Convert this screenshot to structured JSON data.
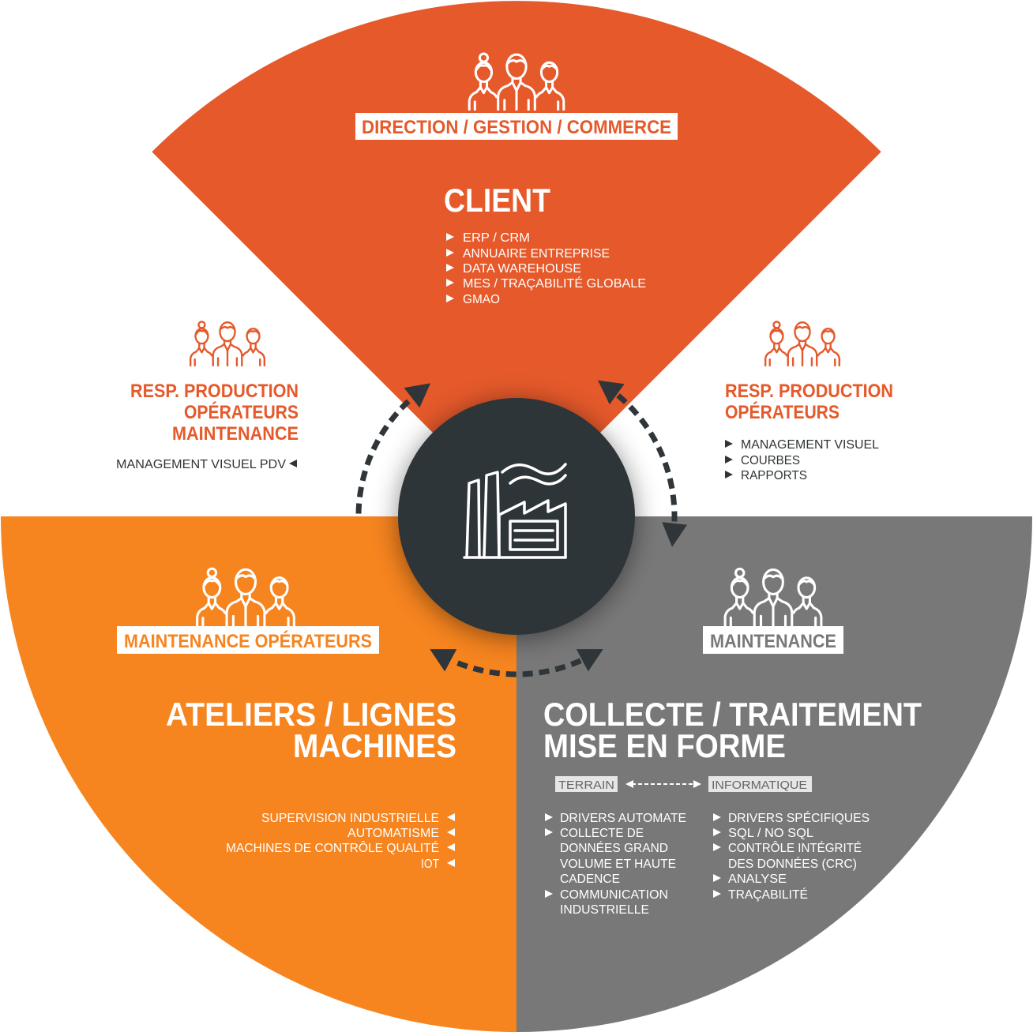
{
  "colors": {
    "client": "#E5592A",
    "ateliers": "#F6841F",
    "collecte": "#787878",
    "hub": "#2F3538",
    "arrows": "#2F3538",
    "white": "#FFFFFF"
  },
  "icons": {
    "groups": "people-group-icon",
    "hub": "factory-icon",
    "bullets": "bullet-icon"
  },
  "top": {
    "badge": "DIRECTION / GESTION / COMMERCE",
    "title": "CLIENT",
    "items": [
      "ERP / CRM",
      "ANNUAIRE ENTREPRISE",
      "DATA WAREHOUSE",
      "MES / TRAÇABILITÉ GLOBALE",
      "GMAO"
    ]
  },
  "left": {
    "roles": [
      "RESP. PRODUCTION",
      "OPÉRATEURS",
      "MAINTENANCE"
    ],
    "items": [
      "MANAGEMENT VISUEL PDV"
    ]
  },
  "right": {
    "roles": [
      "RESP. PRODUCTION",
      "OPÉRATEURS"
    ],
    "items": [
      "MANAGEMENT VISUEL",
      "COURBES",
      "RAPPORTS"
    ]
  },
  "bottom_left": {
    "badge": "MAINTENANCE OPÉRATEURS",
    "title": [
      "ATELIERS / LIGNES",
      "MACHINES"
    ],
    "items": [
      "SUPERVISION INDUSTRIELLE",
      "AUTOMATISME",
      "MACHINES DE CONTRÔLE QUALITÉ",
      "IOT"
    ]
  },
  "bottom_right": {
    "badge": "MAINTENANCE",
    "title": [
      "COLLECTE / TRAITEMENT",
      "MISE EN FORME"
    ],
    "tags": [
      "TERRAIN",
      "INFORMATIQUE"
    ],
    "col_left": [
      [
        "DRIVERS AUTOMATE"
      ],
      [
        "COLLECTE DE",
        "DONNÉES GRAND",
        "VOLUME ET HAUTE",
        "CADENCE"
      ],
      [
        "COMMUNICATION",
        "INDUSTRIELLE"
      ]
    ],
    "col_right": [
      [
        "DRIVERS SPÉCIFIQUES"
      ],
      [
        "SQL / NO SQL"
      ],
      [
        "CONTRÔLE INTÉGRITÉ",
        "DES DONNÉES (CRC)"
      ],
      [
        "ANALYSE"
      ],
      [
        "TRAÇABILITÉ"
      ]
    ]
  }
}
